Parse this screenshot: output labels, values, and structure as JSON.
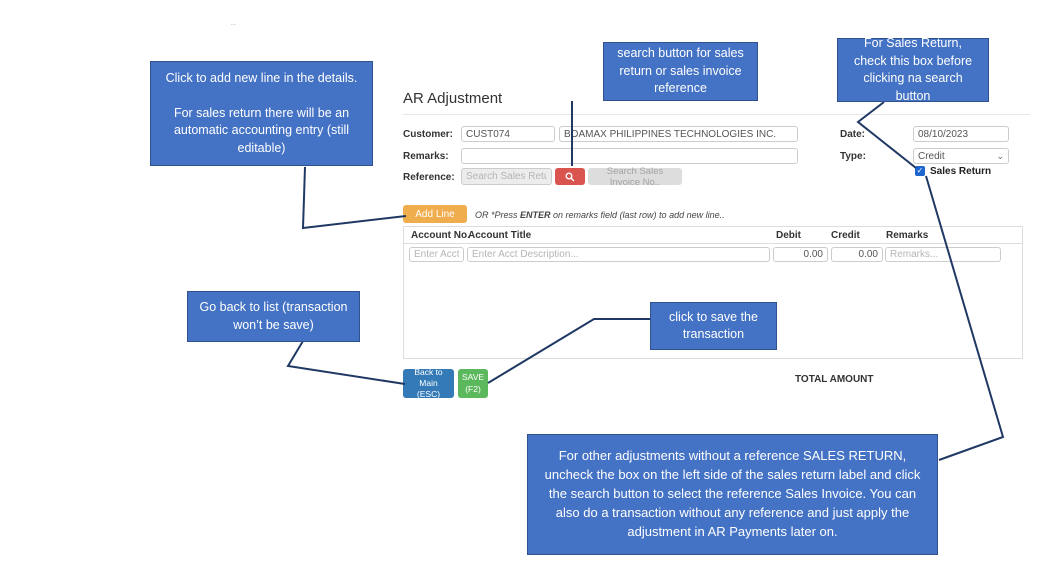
{
  "page": {
    "artifact_dots": ".."
  },
  "icons": {
    "chevron_down": "⌄",
    "check": "✓"
  },
  "form": {
    "title": "AR Adjustment",
    "customer_label": "Customer:",
    "customer_code": "CUST074",
    "customer_name": "BOAMAX PHILIPPINES TECHNOLOGIES INC.",
    "remarks_label": "Remarks:",
    "remarks_value": "",
    "reference_label": "Reference:",
    "search_sales_return_placeholder": "Search Sales Return No...",
    "search_sales_invoice_label": "Search Sales Invoice No..",
    "date_label": "Date:",
    "date_value": "08/10/2023",
    "type_label": "Type:",
    "type_value": "Credit",
    "sales_return_label": "Sales Return",
    "sales_return_checked": true,
    "add_line_button": "Add Line",
    "hint_pre": "OR *Press ",
    "hint_bold": "ENTER",
    "hint_post": " on remarks field (last row) to add new line..",
    "table": {
      "headers": [
        "Account No.",
        "Account Title",
        "Debit",
        "Credit",
        "Remarks"
      ],
      "row": {
        "acct_no_placeholder": "Enter Acct No...",
        "acct_desc_placeholder": "Enter Acct Description...",
        "debit_value": "0.00",
        "credit_value": "0.00",
        "remarks_placeholder": "Remarks..."
      }
    },
    "back_button_line1": "Back to Main",
    "back_button_line2": "(ESC)",
    "save_button_line1": "SAVE",
    "save_button_line2": "(F2)",
    "total_amount_label": "TOTAL AMOUNT"
  },
  "annotations": {
    "colors": {
      "box_fill": "#4472C4",
      "box_border": "#2F528F",
      "line": "#1F3864",
      "text": "#FFFFFF"
    },
    "add_line_note": "Click to add new line in the details.\n\nFor sales return there will be an automatic accounting entry (still editable)",
    "search_note": "search button for sales return or sales invoice reference",
    "sales_return_note": "For Sales Return, check this box before clicking na search button",
    "back_note": "Go back to list (transaction won’t be save)",
    "save_note": "click to save the transaction",
    "other_adjustments_note": "For other adjustments without a reference SALES RETURN, uncheck the box on the left side of the sales return label and click the search button to select the reference Sales Invoice. You can also do a transaction without any reference and just apply the adjustment in AR Payments later on."
  }
}
